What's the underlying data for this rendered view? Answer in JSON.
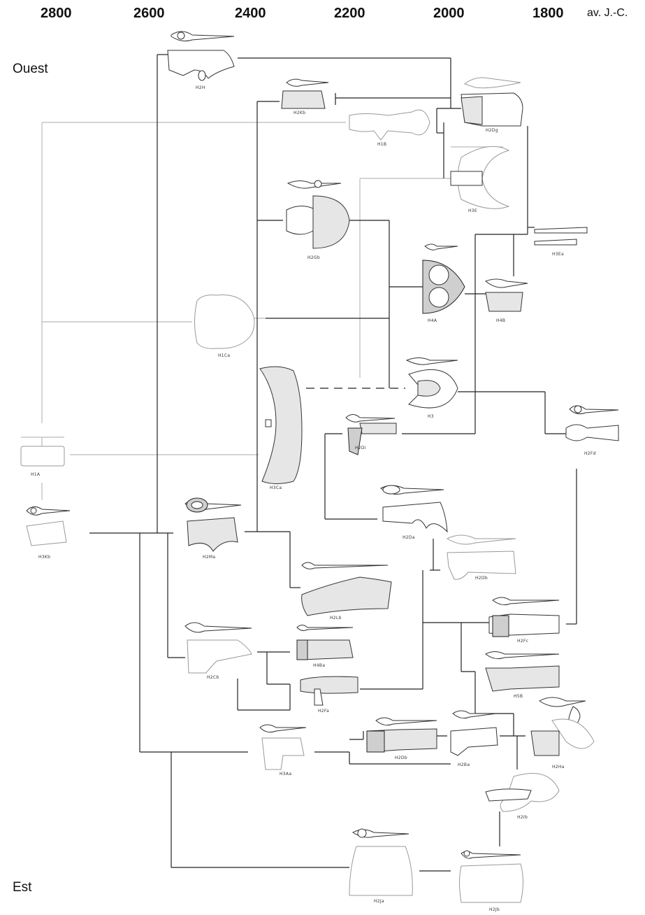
{
  "timeline": {
    "years": [
      "2800",
      "2600",
      "2400",
      "2200",
      "2000",
      "1800"
    ],
    "unit": "av. J.-C."
  },
  "regions": {
    "west": "Ouest",
    "east": "Est"
  },
  "types": {
    "H2H": "H2H",
    "H2Kb": "H2Kb",
    "H1B": "H1B",
    "H2Dg": "H2Dg",
    "H3E": "H3E",
    "H2Gb": "H2Gb",
    "H3Ea": "H3Ea",
    "H4A": "H4A",
    "H4B": "H4B",
    "H1Ca": "H1Ca",
    "H3": "H3",
    "H3Ca": "H3Ca",
    "H2Di": "H2Di",
    "H2Fd": "H2Fd",
    "H1A": "H1A",
    "H3Kb": "H3Kb",
    "H2Ma": "H2Ma",
    "H2Da": "H2Da",
    "H2Db": "H2Db",
    "H2Lb": "H2Lb",
    "H2Fc": "H2Fc",
    "H2Cb": "H2Cb",
    "H4Ba": "H4Ba",
    "H2Fa": "H2Fa",
    "H5B": "H5B",
    "H2Db2": "H2Db",
    "H2Ba": "H2Ba",
    "H3Aa": "H3Aa",
    "H2Ha": "H2Ha",
    "H2Ib": "H2Ib",
    "H2Ja": "H2Ja",
    "H2Jb": "H2Jb"
  }
}
